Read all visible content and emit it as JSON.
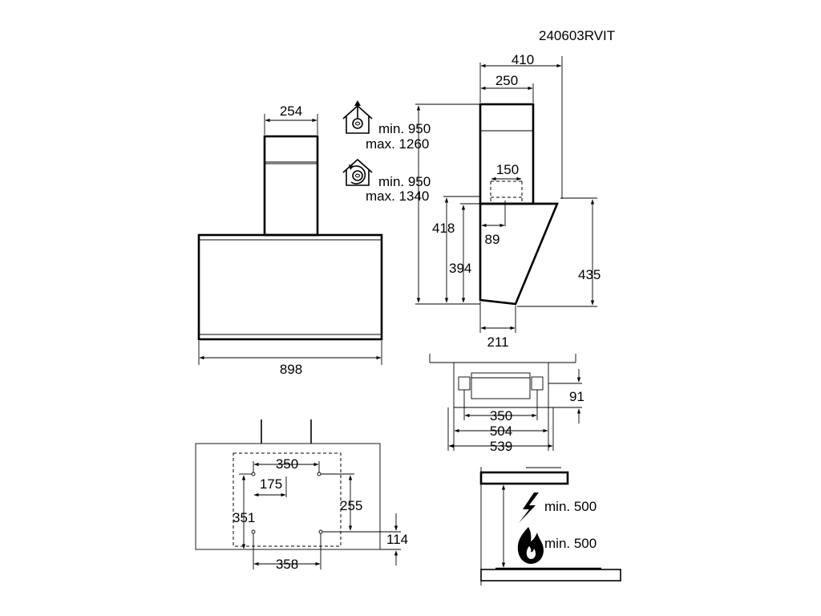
{
  "drawing_code": "240603RVIT",
  "front_view": {
    "chimney_width": "254",
    "hood_width": "898"
  },
  "side_view": {
    "depth_total": "410",
    "chimney_depth": "250",
    "outlet_width": "150",
    "outlet_offset": "89",
    "height_back": "418",
    "height_front": "394",
    "height_canopy": "435",
    "base_depth": "211",
    "extraction_min": "min. 950",
    "extraction_max": "max. 1260",
    "recirculation_min": "min. 950",
    "recirculation_max": "max. 1340"
  },
  "top_view": {
    "depth_91": "91",
    "width_350": "350",
    "width_504": "504",
    "width_539": "539"
  },
  "mounting_view": {
    "hole_spacing_top": "350",
    "offset_175": "175",
    "height_351": "351",
    "height_255": "255",
    "height_114": "114",
    "hole_spacing_bottom": "358"
  },
  "clearance_view": {
    "electric_min": "min. 500",
    "gas_min": "min. 500"
  }
}
